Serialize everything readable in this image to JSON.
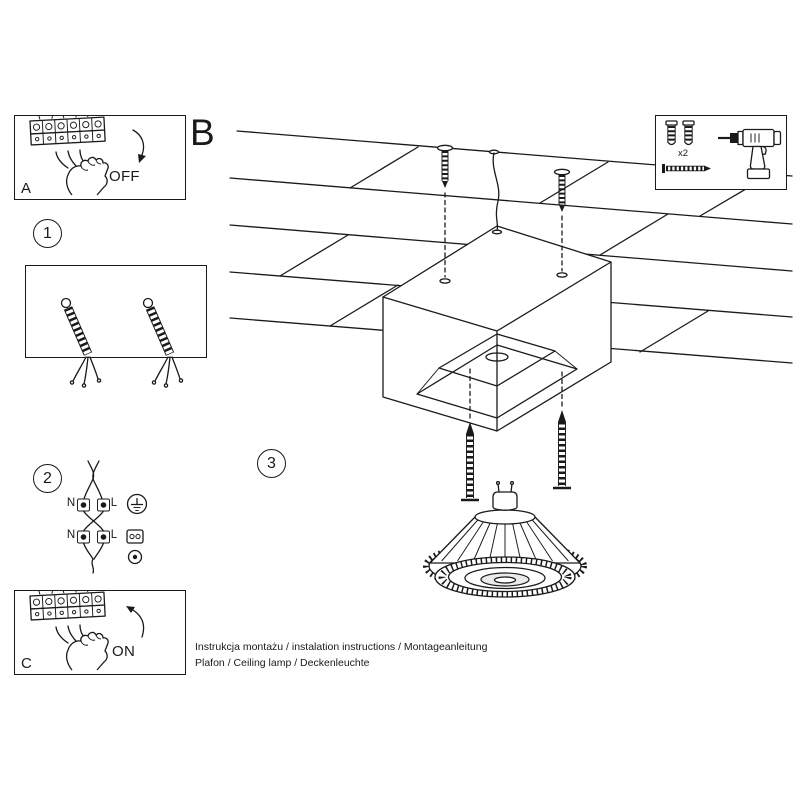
{
  "labels": {
    "section_b": "B"
  },
  "steps": {
    "one": "1",
    "two": "2",
    "three": "3"
  },
  "panel_a": {
    "label": "A",
    "state": "OFF"
  },
  "panel_c": {
    "label": "C",
    "state": "ON"
  },
  "tools_panel": {
    "dowel_count": "x2"
  },
  "wiring_labels": {
    "row1_left": "N",
    "row1_right": "L",
    "row2_left": "N",
    "row2_right": "L"
  },
  "footer": {
    "line1": "Instrukcja montażu / instalation instructions / Montageanleitung",
    "line2": "Plafon / Ceiling lamp / Deckenleuchte"
  }
}
